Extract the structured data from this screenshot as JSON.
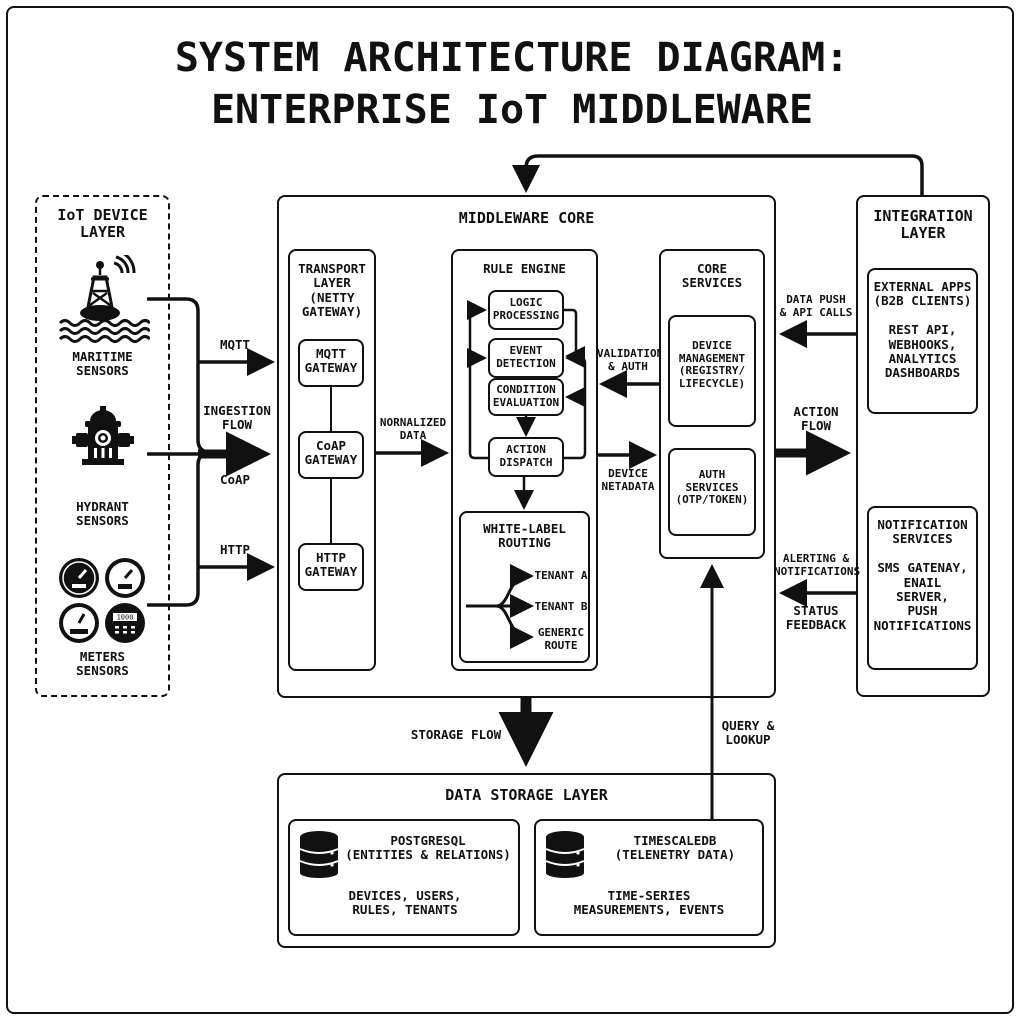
{
  "title": {
    "line1": "SYSTEM ARCHITECTURE DIAGRAM:",
    "line2": "ENTERPRISE IoT MIDDLEWARE"
  },
  "colors": {
    "ink": "#111111",
    "background": "#ffffff"
  },
  "device_layer": {
    "title": "IoT DEVICE\nLAYER",
    "devices": [
      {
        "icon": "buoy-icon",
        "label": "MARITIME\nSENSORS"
      },
      {
        "icon": "fire-hydrant-icon",
        "label": "HYDRANT\nSENSORS"
      },
      {
        "icon": "meters-icon",
        "label": "METERS\nSENSORS",
        "meter_display": "1000"
      }
    ]
  },
  "ingestion": {
    "protocols": [
      "MQTT",
      "CoAP",
      "HTTP"
    ],
    "flow_label": "INGESTION\nFLOW"
  },
  "middleware_core": {
    "title": "MIDDLEWARE CORE",
    "transport_layer": {
      "title": "TRANSPORT\nLAYER\n(NETTY\nGATEWAY)",
      "gateways": [
        "MQTT\nGATEWAY",
        "CoAP\nGATEWAY",
        "HTTP\nGATEWAY"
      ]
    },
    "normalized_label": "NORNALIZED\nDATA",
    "rule_engine": {
      "title": "RULE ENGINE",
      "steps": [
        "LOGIC\nPROCESSING",
        "EVENT\nDETECTION",
        "CONDITION\nEVALUATION",
        "ACTION\nDISPATCH"
      ]
    },
    "white_label_routing": {
      "title": "WHITE-LABEL\nROUTING",
      "routes": [
        "TENANT A",
        "TENANT B",
        "GENERIC\nROUTE"
      ]
    },
    "validation_label": "VALIDATION\n& AUTH",
    "device_metadata_label": "DEVICE\nNETADATA",
    "core_services": {
      "title": "CORE\nSERVICES",
      "items": [
        "DEVICE\nMANAGEMENT\n(REGISTRY/\nLIFECYCLE)",
        "AUTH\nSERVICES\n(OTP/TOKEN)"
      ]
    }
  },
  "integration_layer": {
    "title": "INTEGRATION\nLAYER",
    "external_apps": "EXTERNAL APPS\n(B2B CLIENTS)\n\nREST API,\nWEBHOOKS,\nANALYTICS\nDASHBOARDS",
    "notification_services": "NOTIFICATION\nSERVICES\n\nSMS GATENAY,\nENAIL\nSERVER,\nPUSH\nNOTIFICATIONS"
  },
  "flows": {
    "data_push": "DATA PUSH\n& API CALLS",
    "action_flow": "ACTION\nFLOW",
    "alerting": "ALERTING &\nNOTIFICATIONS",
    "status_feedback": "STATUS\nFEEDBACK",
    "storage_flow": "STORAGE FLOW",
    "query_lookup": "QUERY &\nLOOKUP"
  },
  "data_storage_layer": {
    "title": "DATA STORAGE LAYER",
    "databases": [
      {
        "icon": "database-icon",
        "name": "POSTGRESQL\n(ENTITIES & RELATIONS)",
        "contents": "DEVICES, USERS,\nRULES, TENANTS"
      },
      {
        "icon": "database-icon",
        "name": "TIMESCALEDB\n(TELENETRY DATA)",
        "contents": "TIME-SERIES\nMEASUREMENTS, EVENTS"
      }
    ]
  }
}
